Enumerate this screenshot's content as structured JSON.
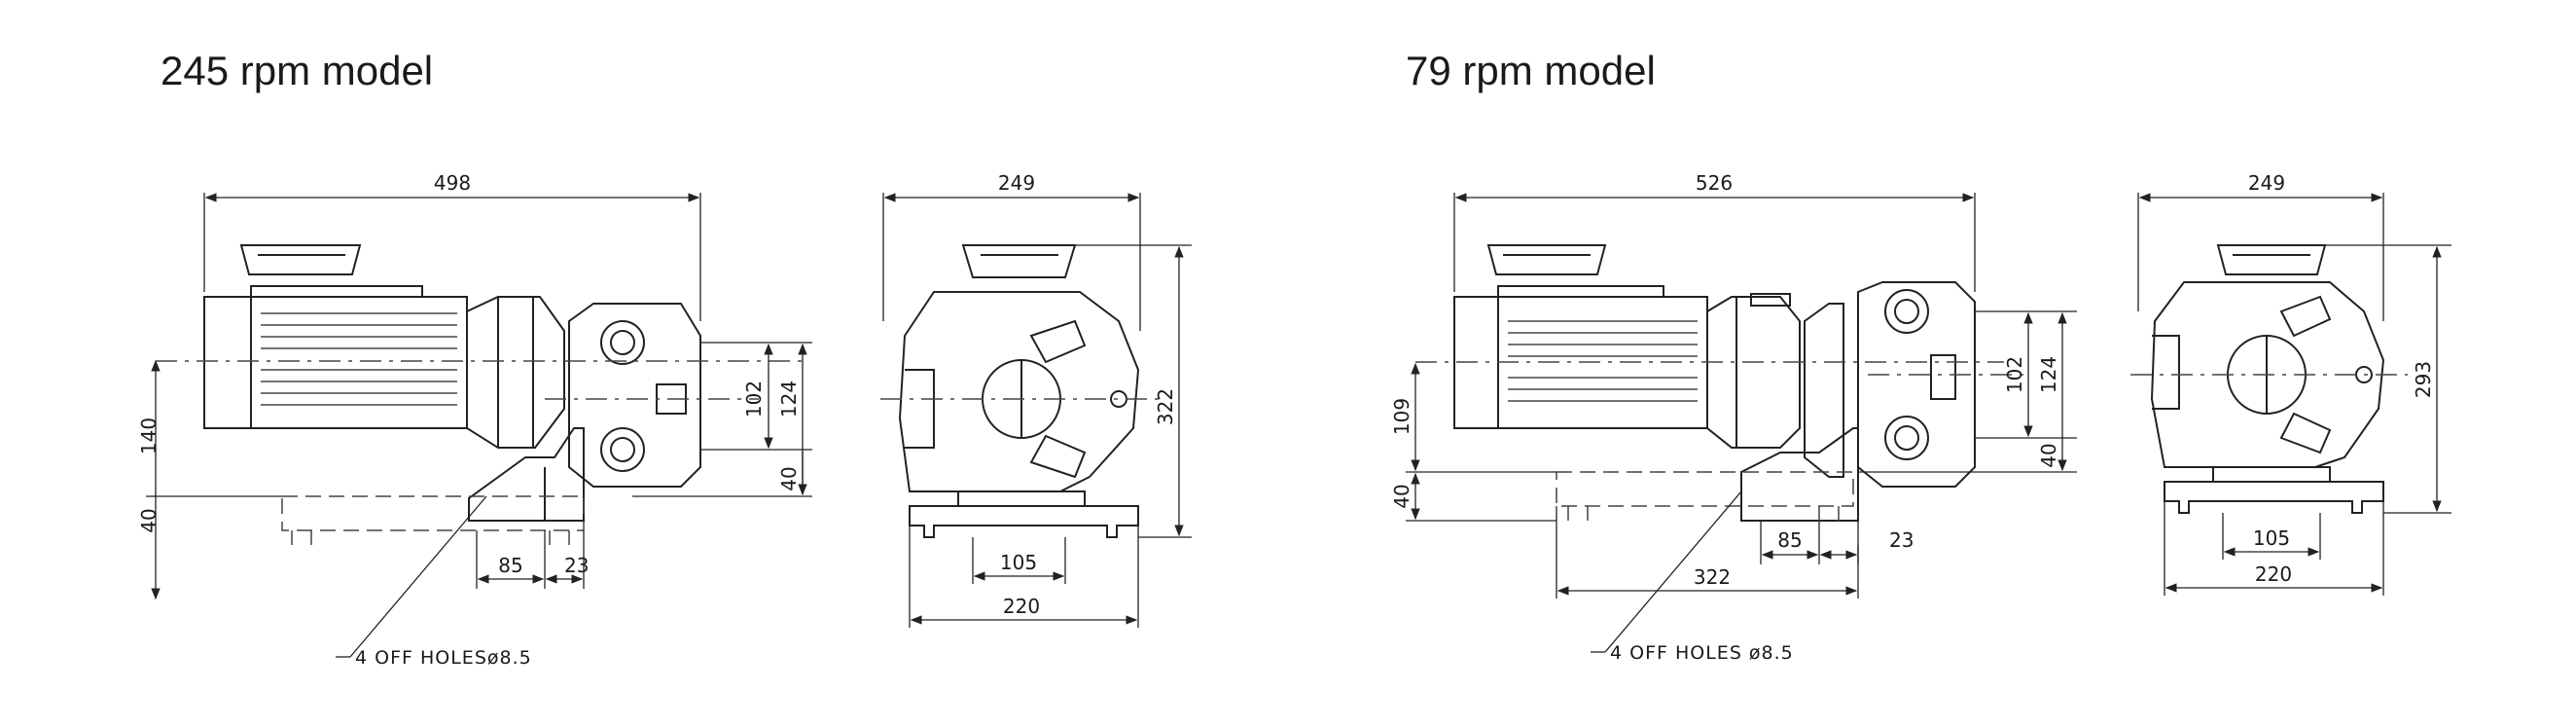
{
  "models": [
    {
      "title": "245 rpm model",
      "dims": {
        "overall_length": "498",
        "width": "249",
        "height": "322",
        "shaft_height": "140",
        "base_height": "40",
        "foot_spacing": "85",
        "foot_offset": "23",
        "port_spacing": "102",
        "port_height": "124",
        "port_base": "40",
        "hole_spacing": "105",
        "base_width": "220"
      },
      "note": "4 OFF HOLESø8.5"
    },
    {
      "title": "79 rpm model",
      "dims": {
        "overall_length": "526",
        "width": "249",
        "height": "293",
        "shaft_height": "109",
        "base_height": "40",
        "foot_spacing": "85",
        "foot_offset": "23",
        "base_length": "322",
        "port_spacing": "102",
        "port_height": "124",
        "port_base": "40",
        "hole_spacing": "105",
        "base_width": "220"
      },
      "note": "4 OFF HOLES ø8.5"
    }
  ]
}
